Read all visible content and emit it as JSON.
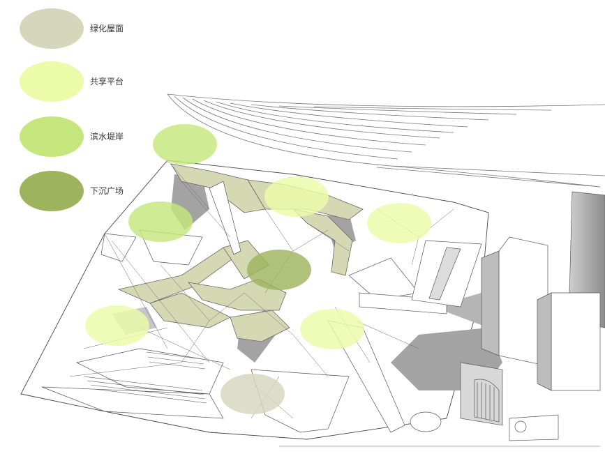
{
  "legend": [
    {
      "label": "绿化屋面",
      "color": "#d6d6bd"
    },
    {
      "label": "共享平台",
      "color": "#ecfba8"
    },
    {
      "label": "滨水堤岸",
      "color": "#c5e67c"
    },
    {
      "label": "下沉广场",
      "color": "#9db35d"
    }
  ],
  "colors": {
    "roof_fill": "#d5d9b3",
    "line": "#555555",
    "shadow": "#9a9a9a",
    "shadow_light": "#c4c4c4",
    "building_face": "#bdbdbd"
  },
  "markers": [
    {
      "category": 2,
      "label": "滨水堤岸"
    },
    {
      "category": 1,
      "label": "共享平台"
    },
    {
      "category": 1,
      "label": "共享平台"
    },
    {
      "category": 2,
      "label": "滨水堤岸"
    },
    {
      "category": 3,
      "label": "下沉广场"
    },
    {
      "category": 1,
      "label": "共享平台"
    },
    {
      "category": 1,
      "label": "共享平台"
    },
    {
      "category": 0,
      "label": "绿化屋面"
    }
  ]
}
